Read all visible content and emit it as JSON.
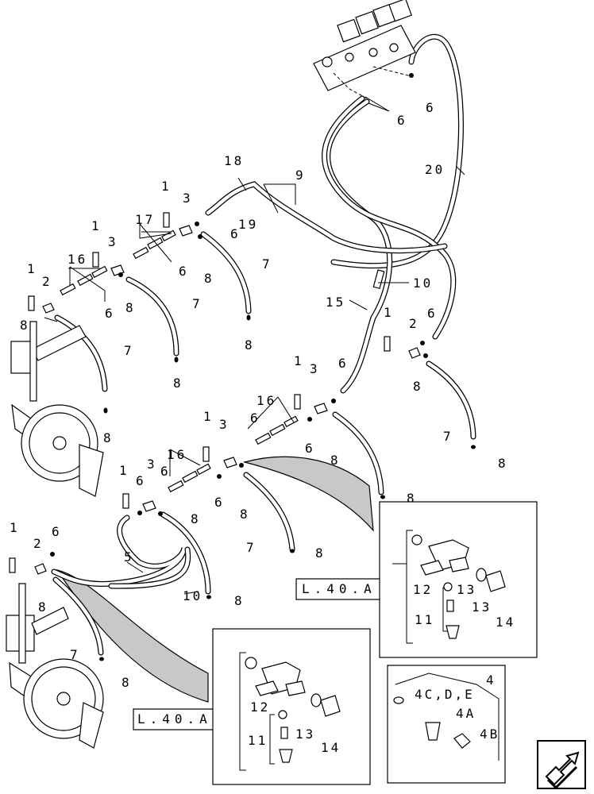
{
  "callouts": {
    "c1": "1",
    "c2": "2",
    "c3": "3",
    "c5": "5",
    "c6": "6",
    "c7": "7",
    "c8": "8",
    "c9": "9",
    "c10": "10",
    "c11": "11",
    "c12": "12",
    "c13": "13",
    "c14": "14",
    "c15": "15",
    "c16": "16",
    "c17": "17",
    "c18": "18",
    "c19": "19",
    "c20": "20",
    "c4": "4",
    "c4a": "4A",
    "c4b": "4B",
    "c4cde": "4C,D,E"
  },
  "references": {
    "ref_a2": "L.40.A",
    "ref_a3": "L.40.A"
  },
  "detail_boxes": {
    "box_a_left_label": "2",
    "box_a_right_label": "3"
  },
  "navigation": {
    "next_icon": "arrow-next-icon"
  },
  "colors": {
    "line": "#000000",
    "shield_fill": "#c8c8c8",
    "background": "#ffffff"
  }
}
